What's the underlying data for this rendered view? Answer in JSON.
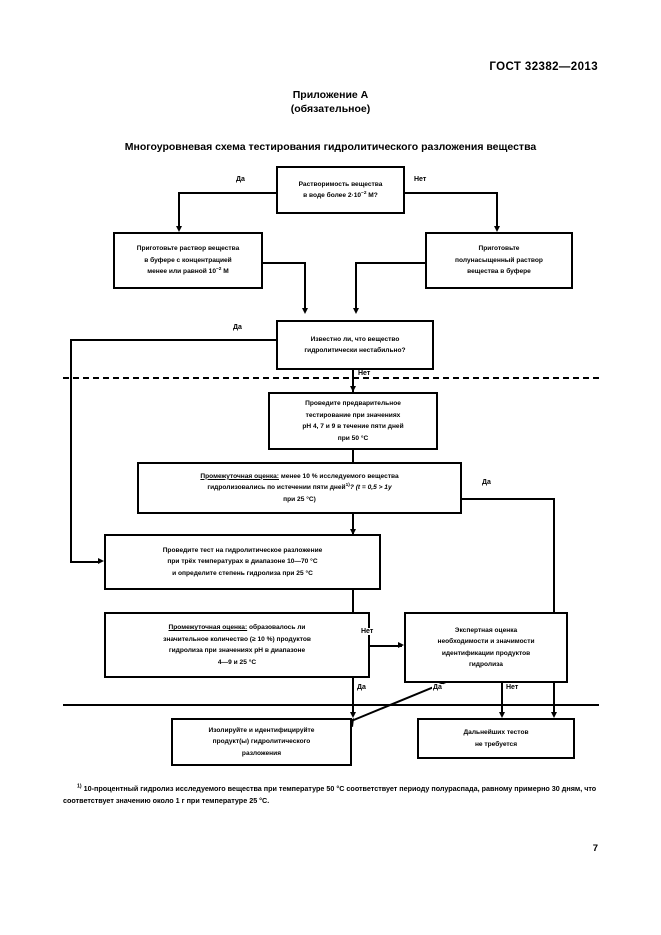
{
  "header": {
    "standard": "ГОСТ 32382—2013",
    "appendix_line1": "Приложение А",
    "appendix_line2": "(обязательное)",
    "diagram_title": "Многоуровневая схема тестирования гидролитического разложения вещества",
    "page_number": "7"
  },
  "flowchart": {
    "boxes": {
      "solubility_question": {
        "line1": "Растворимость вещества",
        "line2_pre": "в воде более 2·10",
        "line2_sup": "−2",
        "line2_post": " М?"
      },
      "prepare_buffer_solution": {
        "line1": "Приготовьте раствор вещества",
        "line2": "в буфере с концентрацией",
        "line3_pre": "менее или равной 10",
        "line3_sup": "−2",
        "line3_post": " М"
      },
      "prepare_semisaturated": {
        "line1": "Приготовьте",
        "line2": "полунасыщенный раствор",
        "line3": "вещества в буфере"
      },
      "known_unstable_question": {
        "line1": "Известно ли, что вещество",
        "line2": "гидролитически нестабильно?"
      },
      "preliminary_testing": {
        "line1": "Проведите предварительное",
        "line2": "тестирование при значениях",
        "line3": "pH 4, 7 и 9 в течение пяти дней",
        "line4": "при 50 °С"
      },
      "intermediate_eval_1": {
        "label": "Промежуточная оценка:",
        "line1_rest": " менее 10 % исследуемого вещества",
        "line2_pre": "гидролизовались по истечении пяти дней",
        "line2_sup": "1)",
        "line2_post": "?  (t = 0,5 > 1y",
        "line3": "при 25 °С)"
      },
      "hydrolysis_test": {
        "line1": "Проведите тест на гидролитическое разложение",
        "line2": "при трёх температурах в диапазоне 10—70 °С",
        "line3": "и определите степень гидролиза при 25 °С"
      },
      "intermediate_eval_2": {
        "label": "Промежуточная оценка:",
        "line1_rest": " образовалось ли",
        "line2": "значительное количество (≥ 10 %) продуктов",
        "line3": "гидролиза при значениях pH в диапазоне",
        "line4": "4—9 и 25 °С"
      },
      "expert_evaluation": {
        "line1": "Экспертная оценка",
        "line2": "необходимости и значимости",
        "line3": "идентификации продуктов",
        "line4": "гидролиза"
      },
      "isolate_identify": {
        "line1": "Изолируйте и идентифицируйте",
        "line2": "продукт(ы) гидролитического",
        "line3": "разложения"
      },
      "no_further_tests": {
        "line1": "Дальнейших тестов",
        "line2": "не требуется"
      }
    },
    "labels": {
      "yes": "Да",
      "no": "Нет"
    }
  },
  "footnote": {
    "marker": "1)",
    "text": " 10-процентный гидролиз исследуемого вещества при температуре 50 °С соответствует периоду полураспада, равному примерно 30 дням, что соответствует значению около 1 г при температуре 25 °С."
  }
}
